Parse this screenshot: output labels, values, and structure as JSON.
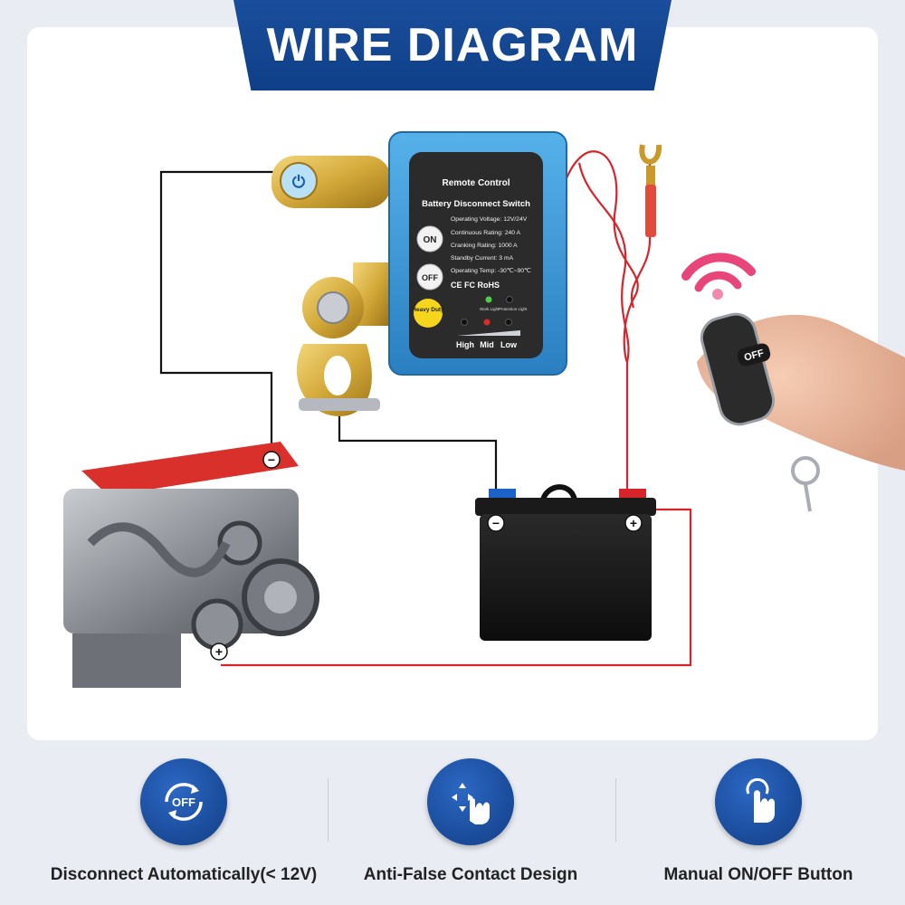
{
  "banner": {
    "title": "WIRE DIAGRAM"
  },
  "device": {
    "title": "Remote Control",
    "subtitle": "Battery Disconnect Switch",
    "on_label": "ON",
    "off_label": "OFF",
    "badge": "Heavy Duty",
    "specs": [
      "Operating Voltage: 12V/24V",
      "Continuous Rating: 240 A",
      "Cranking Rating: 1000 A",
      "Standby Current: 3 mA",
      "Operating Temp: -30℃~90℃"
    ],
    "certs": "CE FC RoHS",
    "work_light": "Work Light",
    "protection_light": "Protection Light",
    "levels": [
      "High",
      "Mid",
      "Low"
    ]
  },
  "remote": {
    "button": "OFF"
  },
  "terminals": {
    "negative": "−",
    "positive": "+"
  },
  "features": [
    {
      "icon": "off-cycle-icon",
      "label": "Disconnect Automatically(< 12V)"
    },
    {
      "icon": "touch-arrows-icon",
      "label": "Anti-False Contact Design"
    },
    {
      "icon": "press-finger-icon",
      "label": "Manual ON/OFF Button"
    }
  ],
  "colors": {
    "banner": "#1a4e9c",
    "device_body": "#3b9ad8",
    "wire_red": "#d8232a",
    "wire_black": "#111111",
    "brass": "#d4a93a"
  }
}
